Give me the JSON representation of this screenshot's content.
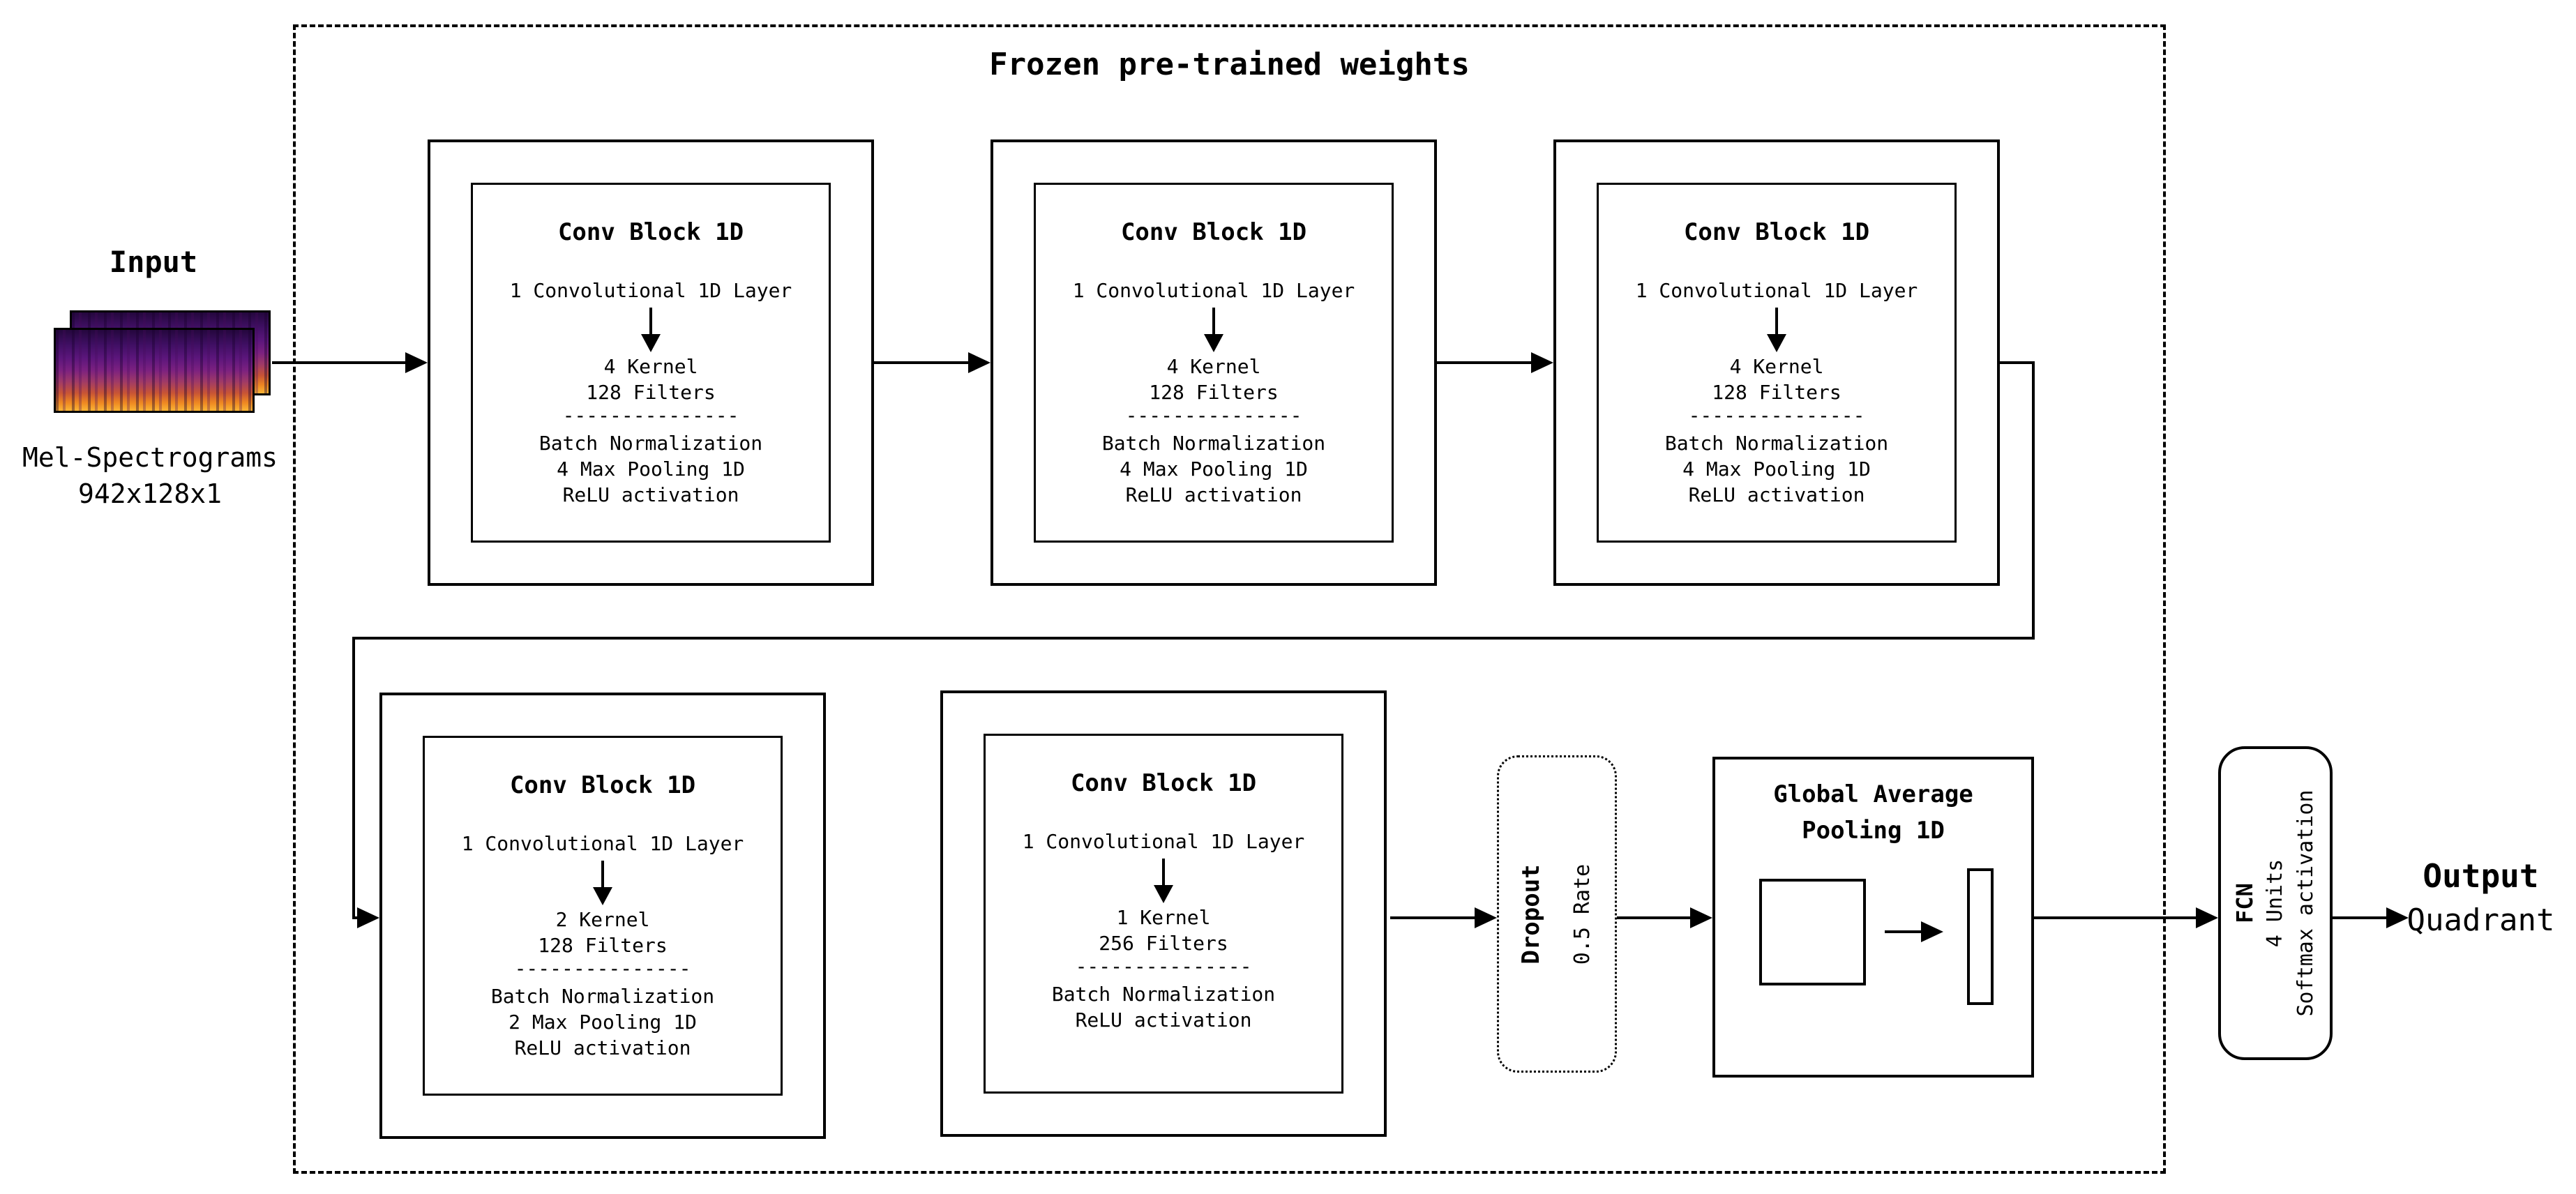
{
  "diagram_title": "Frozen pre-trained weights",
  "input": {
    "label": "Input",
    "caption": "Mel-Spectrograms",
    "dims": "942x128x1"
  },
  "blocks": [
    {
      "title": "Conv Block 1D",
      "layer_line": "1 Convolutional 1D Layer",
      "kernel": "4 Kernel",
      "filters": "128 Filters",
      "separator": "---------------",
      "detail1": "Batch Normalization",
      "detail2": "4 Max Pooling 1D",
      "detail3": "ReLU activation"
    },
    {
      "title": "Conv Block 1D",
      "layer_line": "1 Convolutional 1D Layer",
      "kernel": "4 Kernel",
      "filters": "128 Filters",
      "separator": "---------------",
      "detail1": "Batch Normalization",
      "detail2": "4 Max Pooling 1D",
      "detail3": "ReLU activation"
    },
    {
      "title": "Conv Block 1D",
      "layer_line": "1 Convolutional 1D Layer",
      "kernel": "4 Kernel",
      "filters": "128 Filters",
      "separator": "---------------",
      "detail1": "Batch Normalization",
      "detail2": "4 Max Pooling 1D",
      "detail3": "ReLU activation"
    },
    {
      "title": "Conv Block 1D",
      "layer_line": "1 Convolutional 1D Layer",
      "kernel": "2 Kernel",
      "filters": "128 Filters",
      "separator": "---------------",
      "detail1": "Batch Normalization",
      "detail2": "2 Max Pooling 1D",
      "detail3": "ReLU activation"
    },
    {
      "title": "Conv Block 1D",
      "layer_line": "1 Convolutional 1D Layer",
      "kernel": "1 Kernel",
      "filters": "256 Filters",
      "separator": "---------------",
      "detail1": "Batch Normalization",
      "detail2": "ReLU activation"
    }
  ],
  "dropout": {
    "label": "Dropout",
    "rate": "0.5 Rate"
  },
  "pooling": {
    "title1": "Global Average",
    "title2": "Pooling 1D"
  },
  "fcn": {
    "label": "FCN",
    "units": "4 Units",
    "activation": "Softmax activation"
  },
  "output": {
    "label": "Output",
    "value": "Quadrant"
  },
  "colors": {
    "line": "#000000",
    "background": "#ffffff",
    "spectrogram_dark": "#24073d",
    "spectrogram_mid": "#7c2180",
    "spectrogram_bright": "#fbb535"
  }
}
